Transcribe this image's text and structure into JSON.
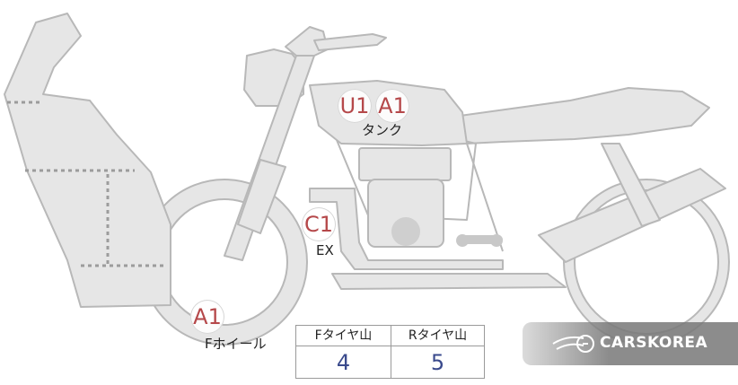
{
  "markers": [
    {
      "id": "tank-u1",
      "code": "U1"
    },
    {
      "id": "tank-a1",
      "code": "A1"
    },
    {
      "id": "exhaust-c1",
      "code": "C1"
    },
    {
      "id": "front-wheel-a1",
      "code": "A1"
    }
  ],
  "labels": {
    "tank": "タンク",
    "exhaust": "EX",
    "front_wheel": "Fホイール"
  },
  "tread_table": {
    "front_header": "Fタイヤ山",
    "rear_header": "Rタイヤ山",
    "front_value": "4",
    "rear_value": "5"
  },
  "watermark": {
    "brand": "CARSKOREA"
  },
  "colors": {
    "body_fill": "#e6e6e6",
    "outline": "#b3b3b3",
    "marker_text": "#b5484a",
    "value_text": "#3a4a8c"
  }
}
